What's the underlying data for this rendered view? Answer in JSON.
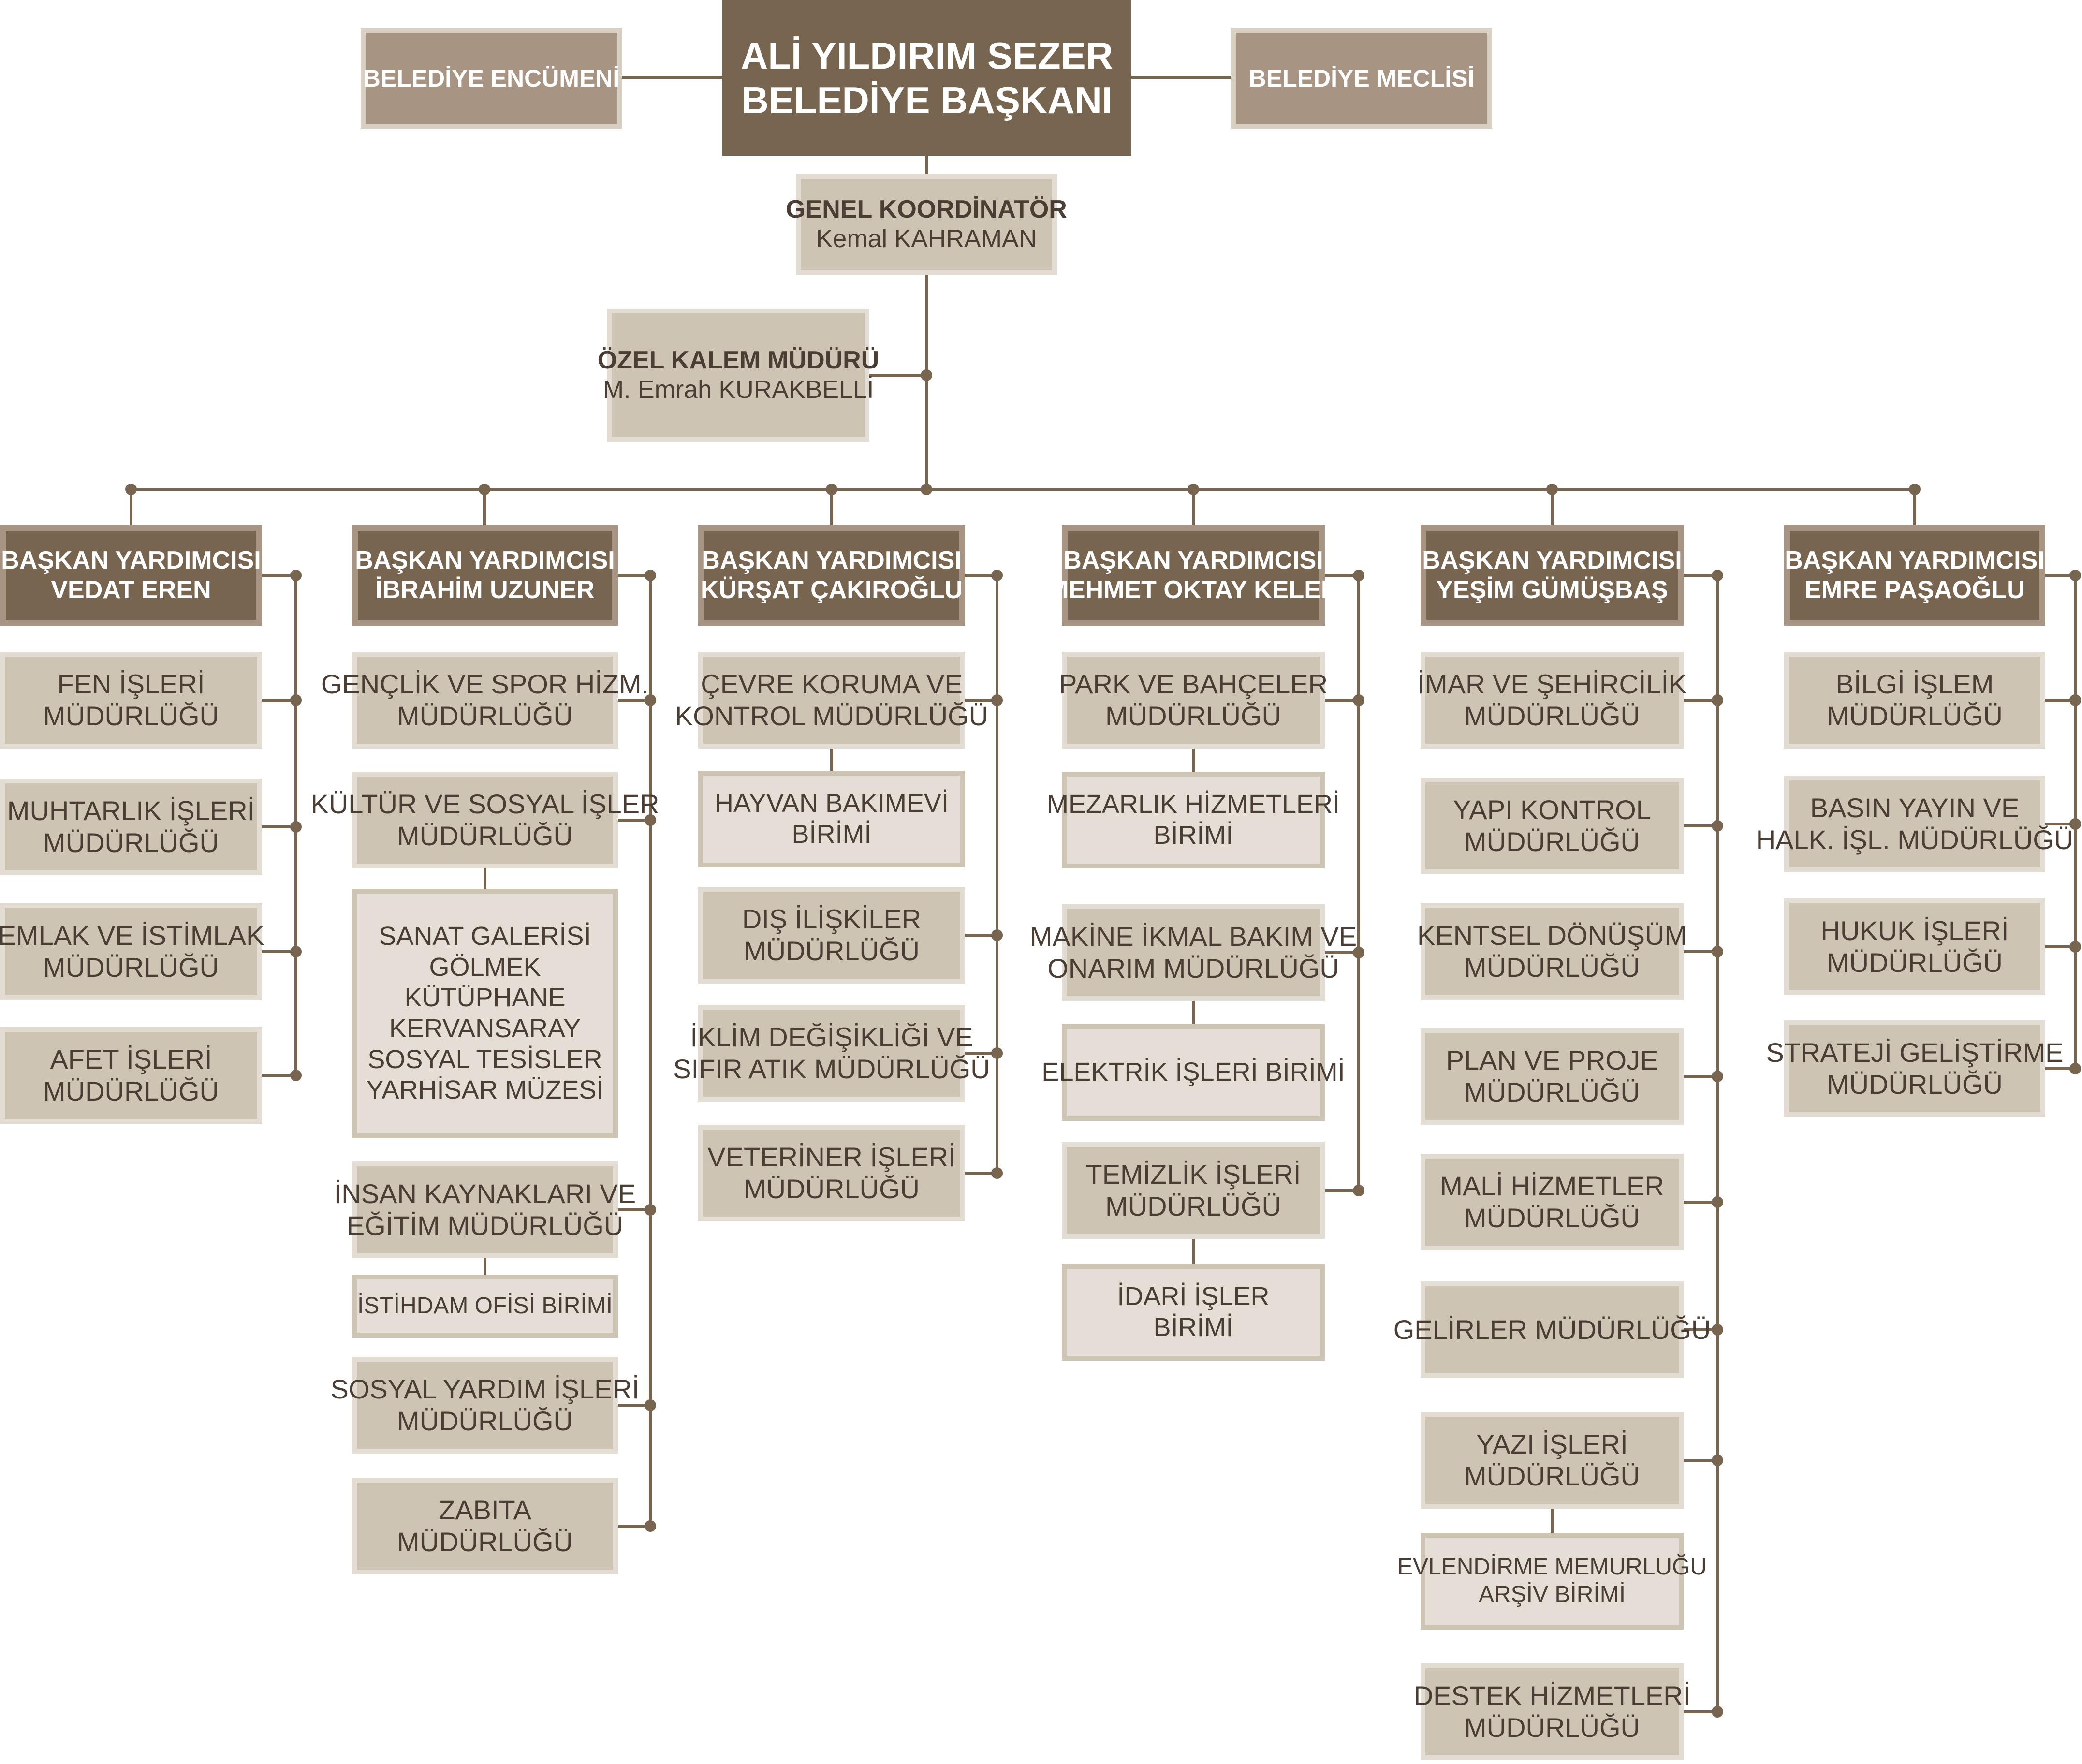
{
  "mayor": {
    "name": "ALİ YILDIRIM SEZER",
    "title": "BELEDİYE BAŞKANI"
  },
  "encumen": "BELEDİYE ENCÜMENİ",
  "meclis": "BELEDİYE MECLİSİ",
  "coordinator": {
    "title": "GENEL KOORDİNATÖR",
    "name": "Kemal KAHRAMAN"
  },
  "private_office": {
    "title": "ÖZEL KALEM MÜDÜRÜ",
    "name": "M. Emrah KURAKBELLİ"
  },
  "deputies": [
    {
      "title": "BAŞKAN YARDIMCISI",
      "name": "VEDAT EREN",
      "units": [
        {
          "lines": [
            "FEN İŞLERİ",
            "MÜDÜRLÜĞÜ"
          ]
        },
        {
          "lines": [
            "MUHTARLIK İŞLERİ",
            "MÜDÜRLÜĞÜ"
          ]
        },
        {
          "lines": [
            "EMLAK VE İSTİMLAK",
            "MÜDÜRLÜĞÜ"
          ]
        },
        {
          "lines": [
            "AFET İŞLERİ",
            "MÜDÜRLÜĞÜ"
          ]
        }
      ]
    },
    {
      "title": "BAŞKAN YARDIMCISI",
      "name": "İBRAHİM UZUNER",
      "units": [
        {
          "lines": [
            "GENÇLİK VE SPOR HİZM.",
            "MÜDÜRLÜĞÜ"
          ]
        },
        {
          "lines": [
            "KÜLTÜR VE SOSYAL İŞLER",
            "MÜDÜRLÜĞÜ"
          ]
        },
        {
          "lines": [
            "SANAT GALERİSİ",
            "GÖLMEK",
            "KÜTÜPHANE",
            "KERVANSARAY",
            "SOSYAL TESİSLER",
            "YARHİSAR MÜZESİ"
          ]
        },
        {
          "lines": [
            "İNSAN KAYNAKLARI VE",
            "EĞİTİM MÜDÜRLÜĞÜ"
          ]
        },
        {
          "lines": [
            "İSTİHDAM OFİSİ BİRİMİ"
          ]
        },
        {
          "lines": [
            "SOSYAL YARDIM İŞLERİ",
            "MÜDÜRLÜĞÜ"
          ]
        },
        {
          "lines": [
            "ZABITA",
            "MÜDÜRLÜĞÜ"
          ]
        }
      ]
    },
    {
      "title": "BAŞKAN YARDIMCISI",
      "name": "KÜRŞAT ÇAKIROĞLU",
      "units": [
        {
          "lines": [
            "ÇEVRE KORUMA VE",
            "KONTROL MÜDÜRLÜĞÜ"
          ]
        },
        {
          "lines": [
            "HAYVAN BAKIMEVİ",
            "BİRİMİ"
          ]
        },
        {
          "lines": [
            "DIŞ İLİŞKİLER",
            "MÜDÜRLÜĞÜ"
          ]
        },
        {
          "lines": [
            "İKLİM DEĞİŞİKLİĞİ VE",
            "SIFIR ATIK MÜDÜRLÜĞÜ"
          ]
        },
        {
          "lines": [
            "VETERİNER İŞLERİ",
            "MÜDÜRLÜĞÜ"
          ]
        }
      ]
    },
    {
      "title": "BAŞKAN YARDIMCISI",
      "name": "MEHMET OKTAY KELER",
      "units": [
        {
          "lines": [
            "PARK VE BAHÇELER",
            "MÜDÜRLÜĞÜ"
          ]
        },
        {
          "lines": [
            "MEZARLIK HİZMETLERİ",
            "BİRİMİ"
          ]
        },
        {
          "lines": [
            "MAKİNE İKMAL BAKIM VE",
            "ONARIM MÜDÜRLÜĞÜ"
          ]
        },
        {
          "lines": [
            "ELEKTRİK İŞLERİ BİRİMİ"
          ]
        },
        {
          "lines": [
            "TEMİZLİK İŞLERİ",
            "MÜDÜRLÜĞÜ"
          ]
        },
        {
          "lines": [
            "İDARİ İŞLER",
            "BİRİMİ"
          ]
        }
      ]
    },
    {
      "title": "BAŞKAN YARDIMCISI",
      "name": "YEŞİM GÜMÜŞBAŞ",
      "units": [
        {
          "lines": [
            "İMAR VE ŞEHİRCİLİK",
            "MÜDÜRLÜĞÜ"
          ]
        },
        {
          "lines": [
            "YAPI KONTROL",
            "MÜDÜRLÜĞÜ"
          ]
        },
        {
          "lines": [
            "KENTSEL DÖNÜŞÜM",
            "MÜDÜRLÜĞÜ"
          ]
        },
        {
          "lines": [
            "PLAN VE PROJE",
            "MÜDÜRLÜĞÜ"
          ]
        },
        {
          "lines": [
            "MALİ HİZMETLER",
            "MÜDÜRLÜĞÜ"
          ]
        },
        {
          "lines": [
            "GELİRLER MÜDÜRLÜĞÜ"
          ]
        },
        {
          "lines": [
            "YAZI İŞLERİ",
            "MÜDÜRLÜĞÜ"
          ]
        },
        {
          "lines": [
            "EVLENDİRME MEMURLUĞU",
            "ARŞİV BİRİMİ"
          ]
        },
        {
          "lines": [
            "DESTEK HİZMETLERİ",
            "MÜDÜRLÜĞÜ"
          ]
        }
      ]
    },
    {
      "title": "BAŞKAN YARDIMCISI",
      "name": "EMRE PAŞAOĞLU",
      "units": [
        {
          "lines": [
            "BİLGİ İŞLEM",
            "MÜDÜRLÜĞÜ"
          ]
        },
        {
          "lines": [
            "BASIN YAYIN VE",
            "HALK. İŞL. MÜDÜRLÜĞÜ"
          ]
        },
        {
          "lines": [
            "HUKUK İŞLERİ",
            "MÜDÜRLÜĞÜ"
          ]
        },
        {
          "lines": [
            "STRATEJİ GELİŞTİRME",
            "MÜDÜRLÜĞÜ"
          ]
        }
      ]
    }
  ],
  "colors": {
    "dark": "#776550",
    "medium": "#a89482",
    "light": "#cdc4b3",
    "lightest": "#e4ded6",
    "text_dark": "#4a3d33",
    "line": "#776550"
  }
}
